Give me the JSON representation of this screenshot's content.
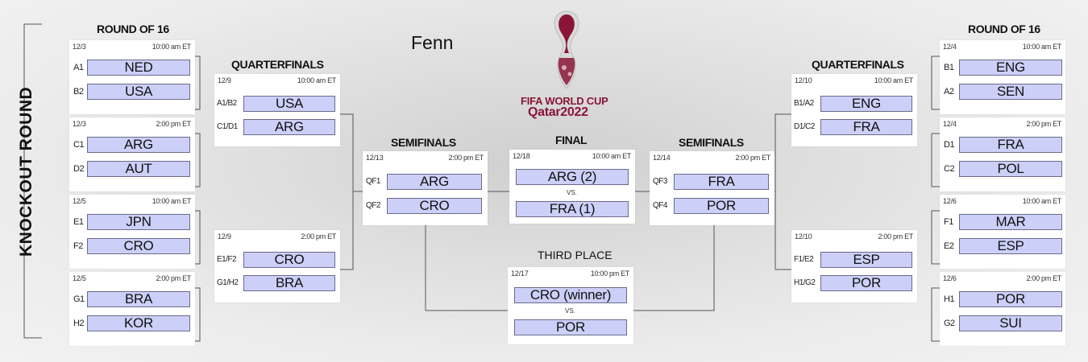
{
  "title_label": "KNOCKOUT ROUND",
  "note_text": "Fenn",
  "logo": {
    "line1": "FIFA WORLD CUP",
    "line2": "Qatar2022",
    "color": "#8a1538",
    "icon": "world-cup-trophy-icon"
  },
  "headings": {
    "r16_left": "ROUND OF 16",
    "qf_left": "QUARTERFINALS",
    "sf_left": "SEMIFINALS",
    "final": "FINAL",
    "third_place": "THIRD PLACE",
    "sf_right": "SEMIFINALS",
    "qf_right": "QUARTERFINALS",
    "r16_right": "ROUND OF 16"
  },
  "matches": {
    "r16_l1": {
      "date": "12/3",
      "time": "10:00 am ET",
      "seed1": "A1",
      "team1": "NED",
      "seed2": "B2",
      "team2": "USA"
    },
    "r16_l2": {
      "date": "12/3",
      "time": "2:00 pm ET",
      "seed1": "C1",
      "team1": "ARG",
      "seed2": "D2",
      "team2": "AUT"
    },
    "r16_l3": {
      "date": "12/5",
      "time": "10:00 am ET",
      "seed1": "E1",
      "team1": "JPN",
      "seed2": "F2",
      "team2": "CRO"
    },
    "r16_l4": {
      "date": "12/5",
      "time": "2:00 pm ET",
      "seed1": "G1",
      "team1": "BRA",
      "seed2": "H2",
      "team2": "KOR"
    },
    "qf_l1": {
      "date": "12/9",
      "time": "10:00 am ET",
      "seed1": "A1/B2",
      "team1": "USA",
      "seed2": "C1/D1",
      "team2": "ARG"
    },
    "qf_l2": {
      "date": "12/9",
      "time": "2:00 pm ET",
      "seed1": "E1/F2",
      "team1": "CRO",
      "seed2": "G1/H2",
      "team2": "BRA"
    },
    "sf_l": {
      "date": "12/13",
      "time": "2:00 pm ET",
      "seed1": "QF1",
      "team1": "ARG",
      "seed2": "QF2",
      "team2": "CRO"
    },
    "final": {
      "date": "12/18",
      "time": "10:00 am ET",
      "team1": "ARG (2)",
      "vs": "VS.",
      "team2": "FRA (1)"
    },
    "third": {
      "date": "12/17",
      "time": "10:00 pm ET",
      "team1": "CRO (winner)",
      "vs": "VS.",
      "team2": "POR"
    },
    "sf_r": {
      "date": "12/14",
      "time": "2:00 pm ET",
      "seed1": "QF3",
      "team1": "FRA",
      "seed2": "QF4",
      "team2": "POR"
    },
    "qf_r1": {
      "date": "12/10",
      "time": "10:00 am ET",
      "seed1": "B1/A2",
      "team1": "ENG",
      "seed2": "D1/C2",
      "team2": "FRA"
    },
    "qf_r2": {
      "date": "12/10",
      "time": "2:00 pm ET",
      "seed1": "F1/E2",
      "team1": "ESP",
      "seed2": "H1/G2",
      "team2": "POR"
    },
    "r16_r1": {
      "date": "12/4",
      "time": "10:00 am ET",
      "seed1": "B1",
      "team1": "ENG",
      "seed2": "A2",
      "team2": "SEN"
    },
    "r16_r2": {
      "date": "12/4",
      "time": "2:00 pm ET",
      "seed1": "D1",
      "team1": "FRA",
      "seed2": "C2",
      "team2": "POL"
    },
    "r16_r3": {
      "date": "12/6",
      "time": "10:00 am ET",
      "seed1": "F1",
      "team1": "MAR",
      "seed2": "E2",
      "team2": "ESP"
    },
    "r16_r4": {
      "date": "12/6",
      "time": "2:00 pm ET",
      "seed1": "H1",
      "team1": "POR",
      "seed2": "G2",
      "team2": "SUI"
    }
  },
  "colors": {
    "team_fill": "#ccd0f8",
    "background": "#e7e7e7",
    "card": "#ffffff"
  }
}
